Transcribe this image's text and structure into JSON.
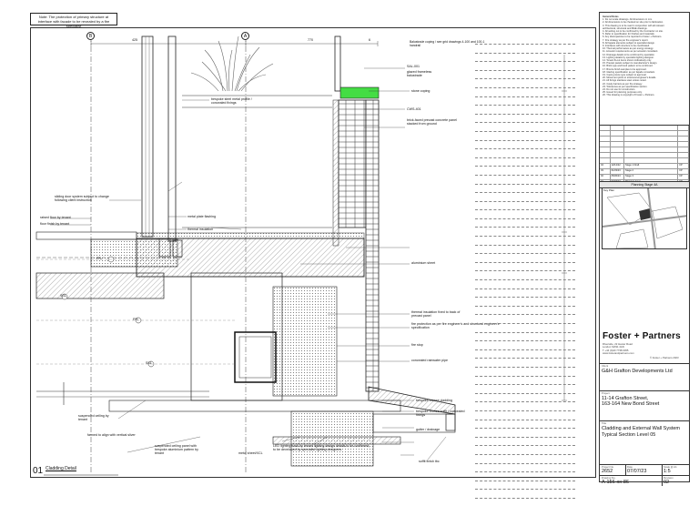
{
  "top_note": "Note: The protection of primary structure at interface with facade to be revealed by a fire specialist",
  "grid": {
    "left": "B",
    "right": "A"
  },
  "dims": {
    "top_left": "425",
    "top_mid": "770",
    "top_right": "6"
  },
  "annotations": [
    {
      "id": "a1",
      "text": "stone coping"
    },
    {
      "id": "a2",
      "text": "SAL-001"
    },
    {
      "id": "a3",
      "text": "glazed frameless balustrade"
    },
    {
      "id": "a4",
      "text": "CWS-401"
    },
    {
      "id": "a5",
      "text": "brick-faced precast concrete panel stacked from ground"
    },
    {
      "id": "a6",
      "text": "bespoke steel metal profile / concealed fixings"
    },
    {
      "id": "a7",
      "text": "sliding door system subject to change following client instruction"
    },
    {
      "id": "a8",
      "text": "raised floor by tenant"
    },
    {
      "id": "a9",
      "text": "floor finish by tenant"
    },
    {
      "id": "a10",
      "text": "metal plate flashing"
    },
    {
      "id": "a11",
      "text": "thermal insulation"
    },
    {
      "id": "a12",
      "text": "FFL"
    },
    {
      "id": "a13",
      "text": "aluminium sheet"
    },
    {
      "id": "a14",
      "text": "thermal insulation fixed to back of precast panel"
    },
    {
      "id": "a15",
      "text": "fire protection as per fire engineer's and structural engineer's specification"
    },
    {
      "id": "a16",
      "text": "fire stop"
    },
    {
      "id": "a17",
      "text": "concealed rainwater pipe"
    },
    {
      "id": "a18",
      "text": "suspended ceiling by tenant"
    },
    {
      "id": "a19",
      "text": "fanned to align with vertical sliver"
    },
    {
      "id": "a20",
      "text": "suspended ceiling panel with bespoke aluminium pattern by tenant"
    },
    {
      "id": "a21",
      "text": "metal sheet/XCL"
    },
    {
      "id": "a22",
      "text": "LED lighting track by tenant lighting design details to be confirmed; to be developed by specialist lighting designers"
    },
    {
      "id": "a23",
      "text": "soffit finish tbc"
    },
    {
      "id": "a24",
      "text": "bespoke bronze cladding"
    },
    {
      "id": "a25",
      "text": "bespoke bronze soffit / concealed fixings"
    },
    {
      "id": "a26",
      "text": "gutter / drainage"
    },
    {
      "id": "a27",
      "text": "FFL"
    },
    {
      "id": "a28",
      "text": "SSL"
    },
    {
      "id": "a29",
      "text": "SSL"
    }
  ],
  "top_right_note": "Balustrade coping / see grid drawings 4-100 and 100-1 handrail",
  "title_block": {
    "notes_heading": "General Notes",
    "notes": [
      "1. Do not scale drawings. All dimensions in mm.",
      "2. All dimensions to be checked on site prior to fabrication.",
      "3. This drawing is to be read in conjunction with all relevant",
      "   architectural, structural and M&E drawings.",
      "4. All setting out to be confirmed by the Contractor on site.",
      "5. Refer to specification for finishes and materials.",
      "6. Any discrepancies to be reported to Foster + Partners.",
      "7. Fire strategy as per fire engineer's report.",
      "8. All façade elements subject to specialist design.",
      "9. Interfaces with structure to be coordinated.",
      "10. Thermal performance as per energy strategy.",
      "11. Acoustic requirements as per acoustic consultant.",
      "12. Drainage details to be confirmed by specialist.",
      "13. Lighting details by specialist lighting designer.",
      "14. Tenant fit-out items shown indicatively only.",
      "15. Precast panels subject to manufacturer's design.",
      "16. Brick type and bond pattern to be confirmed.",
      "17. Bronze finish samples to be approved.",
      "18. Glazing specification as per façade consultant.",
      "19. Coping stone type subject to approval.",
      "20. Movement joints to structural engineer's details.",
      "21. All fixings stainless steel unless noted.",
      "22. Cavity barriers as per fire strategy.",
      "23. Tolerances as per specification section.",
      "24. Do not use for construction.",
      "25. Issued for planning purposes only.",
      "26. This drawing is copyright of Foster + Partners."
    ],
    "revisions": [
      {
        "rev": "01",
        "date": "07/07/23",
        "desc": "Planning Issue",
        "by": "FP"
      },
      {
        "rev": "02",
        "date": "05/06/23",
        "desc": "Stage 3",
        "by": "FP"
      },
      {
        "rev": "03",
        "date": "01/03/23",
        "desc": "Stage 2",
        "by": "FP"
      },
      {
        "rev": "04",
        "date": "12/12/22",
        "desc": "Stage 1 Draft",
        "by": "FP"
      }
    ],
    "stage_label": "Planning Stage 4A",
    "keyplan_label": "Key Plan",
    "firm": "Foster + Partners",
    "firm_address": "Riverside, 22 Hester Road\nLondon SW11 4AN\nT +44 (0)20 7738 0455\nwww.fosterandpartners.com",
    "copyright": "© Foster + Partners 2023",
    "client_caption": "Client",
    "client": "G&H Grafton Developments Ltd",
    "project_caption": "Project",
    "project_line1": "11-14 Grafton Street,",
    "project_line2": "163-164 New Bond Street",
    "title_caption": "Title",
    "title_line1": "Cladding and External Wall System",
    "title_line2": "Typical Section Level 05",
    "project_no_caption": "Project No.",
    "project_no": "2652",
    "date_caption": "Date",
    "date": "07/07/23",
    "scale_caption": "Scale @ A1",
    "scale": "1:5",
    "drawing_no_caption": "Drawing No.",
    "drawing_no": "A-156-xx-86",
    "revision_caption": "Revision",
    "revision": "02"
  },
  "detail": {
    "number": "01",
    "label": "Cladding Detail"
  },
  "colors": {
    "coping": "#44dd44",
    "hatch": "#888888",
    "line": "#222222"
  }
}
